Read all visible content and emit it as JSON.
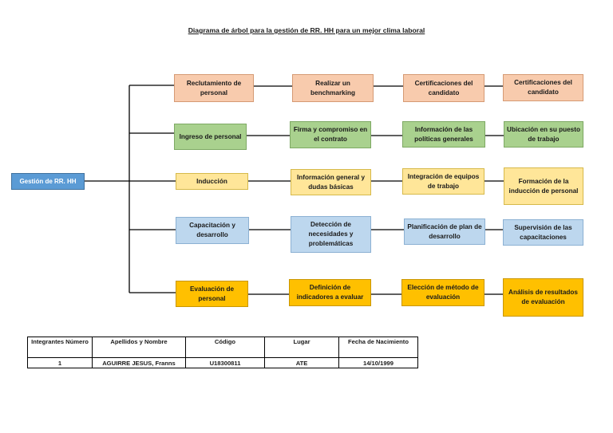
{
  "title": "Diagrama de árbol para la gestión de RR. HH para un mejor clima laboral",
  "root": {
    "label": "Gestión de RR. HH"
  },
  "rows": [
    {
      "nodes": [
        "Reclutamiento de personal",
        "Realizar un benchmarking",
        "Certificaciones del candidato",
        "Certificaciones del candidato"
      ],
      "color": "#f8cbad"
    },
    {
      "nodes": [
        "Ingreso de personal",
        "Firma y compromiso en el contrato",
        "Información de las políticas generales",
        "Ubicación en su puesto de trabajo"
      ],
      "color": "#a9d18e"
    },
    {
      "nodes": [
        "Inducción",
        "Información general y dudas básicas",
        "Integración de equipos de trabajo",
        "Formación de la inducción de personal"
      ],
      "color": "#ffe699"
    },
    {
      "nodes": [
        "Capacitación y desarrollo",
        "Detección de necesidades y problemáticas",
        "Planificación de plan de desarrollo",
        "Supervisión de las capacitaciones"
      ],
      "color": "#bdd7ee"
    },
    {
      "nodes": [
        "Evaluación de personal",
        "Definición de indicadores a evaluar",
        "Elección de método de evaluación",
        "Análisis de resultados de evaluación"
      ],
      "color": "#ffc000"
    }
  ],
  "table": {
    "headers": [
      "Integrantes Número",
      "Apellidos y Nombre",
      "Código",
      "Lugar",
      "Fecha de Nacimiento"
    ],
    "rows": [
      [
        "1",
        "AGUIRRE JESUS, Franns",
        "U18300811",
        "ATE",
        "14/10/1999"
      ]
    ]
  }
}
